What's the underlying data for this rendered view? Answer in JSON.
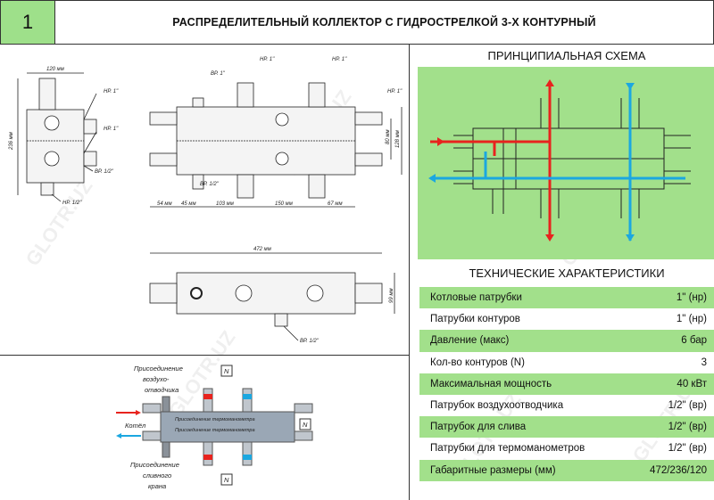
{
  "header": {
    "number": "1",
    "title": "РАСПРЕДЕЛИТЕЛЬНЫЙ КОЛЛЕКТОР С ГИДРОСТРЕЛКОЙ 3-Х КОНТУРНЫЙ"
  },
  "schema": {
    "title": "ПРИНЦИПИАЛЬНАЯ СХЕМА",
    "flow_colors": {
      "supply": "#e8231e",
      "return": "#1ba7e0"
    }
  },
  "specs": {
    "title": "ТЕХНИЧЕСКИЕ ХАРАКТЕРИСТИКИ",
    "rows": [
      {
        "label": "Котловые патрубки",
        "value": "1\" (нр)"
      },
      {
        "label": "Патрубки контуров",
        "value": "1\" (нр)"
      },
      {
        "label": "Давление (макс)",
        "value": "6 бар"
      },
      {
        "label": "Кол-во контуров (N)",
        "value": "3"
      },
      {
        "label": "Максимальная мощность",
        "value": "40 кВт"
      },
      {
        "label": "Патрубок воздухоотводчика",
        "value": "1/2\" (вр)"
      },
      {
        "label": "Патрубок для слива",
        "value": "1/2\" (вр)"
      },
      {
        "label": "Патрубки для термоманометров",
        "value": "1/2\" (вр)"
      },
      {
        "label": "Габаритные размеры (мм)",
        "value": "472/236/120"
      }
    ]
  },
  "drawing": {
    "dims": {
      "d120": "120 мм",
      "d236": "236 мм",
      "d54": "54 мм",
      "d45": "45 мм",
      "d103": "103 мм",
      "d150": "150 мм",
      "d67": "67 мм",
      "d80": "80 мм",
      "d128": "128 мм",
      "d472": "472 мм",
      "d99": "99 мм"
    },
    "labels": {
      "np1": "НР. 1\"",
      "np1b": "НР. 1''",
      "vr1": "ВР. 1\"",
      "vr12": "ВР. 1/2''",
      "np12": "НР. 1/2''"
    }
  },
  "bottom": {
    "air_vent": [
      "Присоединение",
      "воздухо-",
      "отводчика"
    ],
    "thermo": "Присоединение термоманометра",
    "boiler": "Котёл",
    "drain": [
      "Присоединение",
      "сливного",
      "крана"
    ],
    "n": "N"
  },
  "watermark": "GLOTR.UZ"
}
